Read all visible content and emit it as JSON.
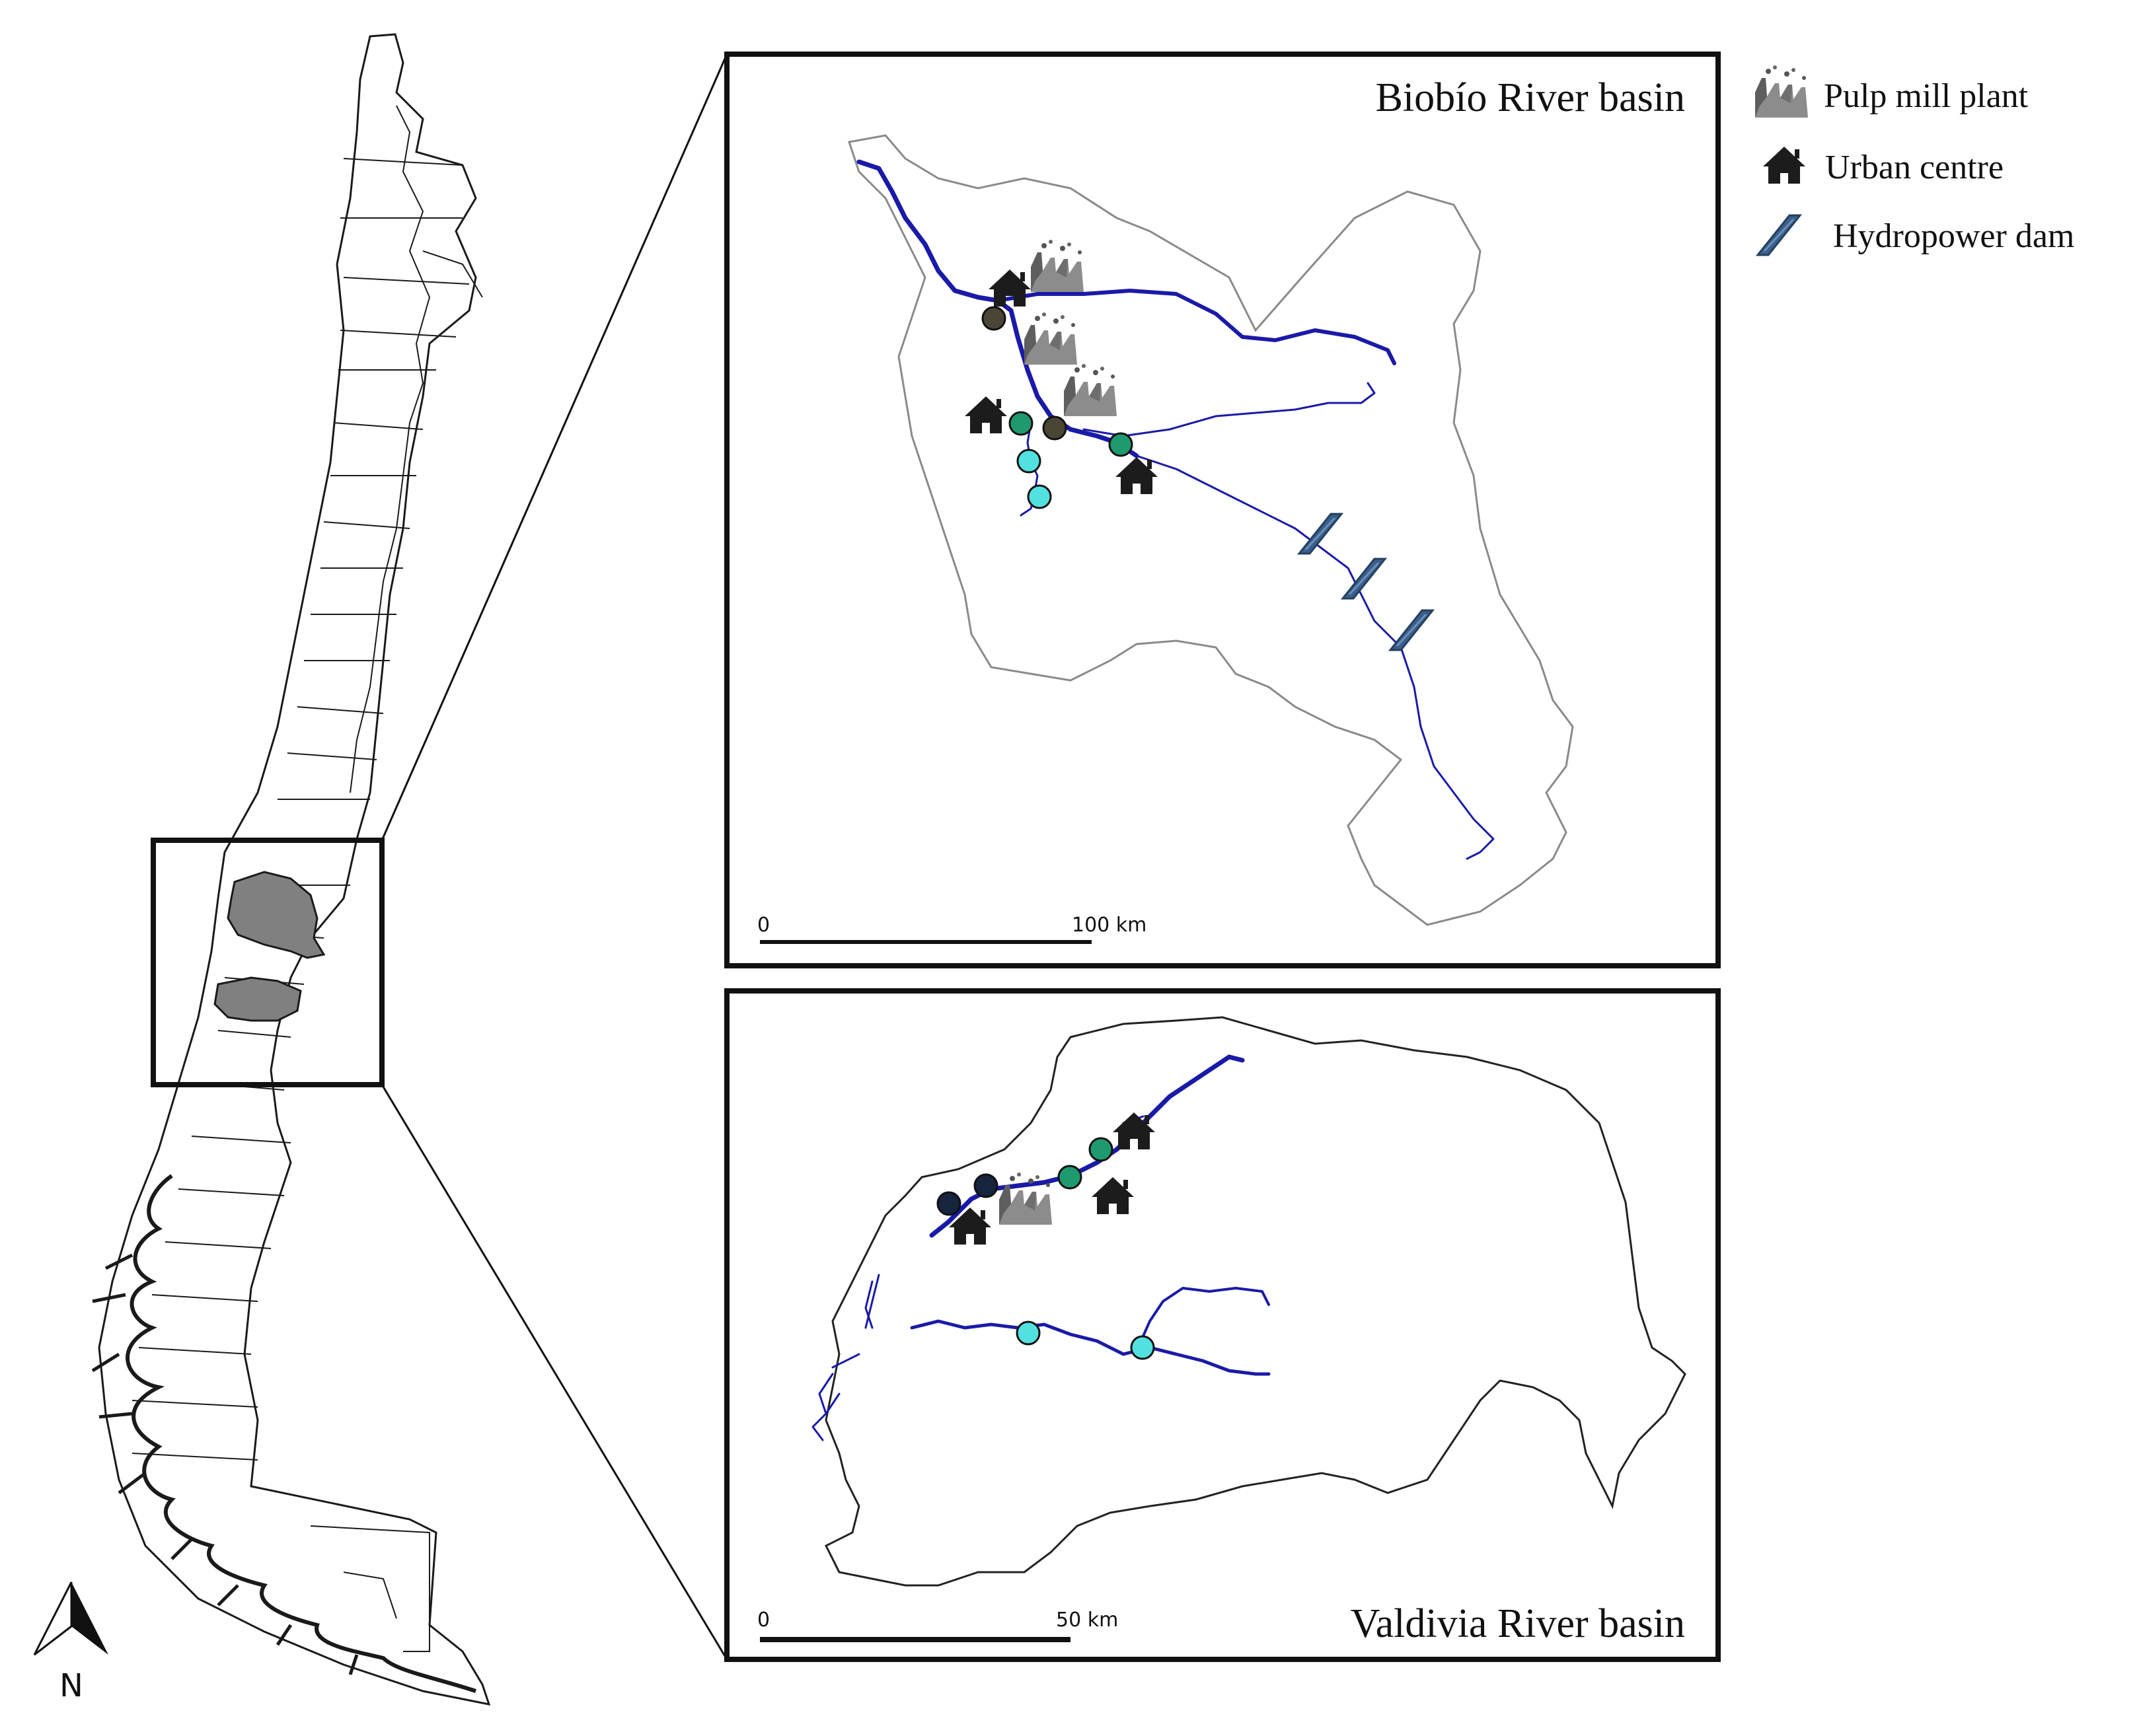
{
  "maps": {
    "biobio": {
      "title": "Biobío River basin",
      "scale_start": "0",
      "scale_end": "100 km"
    },
    "valdivia": {
      "title": "Valdivia  River basin",
      "scale_start": "0",
      "scale_end": "50 km"
    }
  },
  "legend": {
    "items": [
      {
        "label": "Pulp mill  plant",
        "icon": "factory-icon"
      },
      {
        "label": "Urban  centre",
        "icon": "house-icon"
      },
      {
        "label": "Hydropower  dam",
        "icon": "dam-icon"
      }
    ]
  },
  "north_arrow": {
    "label": "N"
  },
  "colors": {
    "river": "#1a1aa8",
    "basin_outline_biobio": "#8a8a8a",
    "basin_outline_valdivia": "#222222",
    "highlight_region": "#808080",
    "site_dark_brown": "#4a4535",
    "site_green": "#1e9a6e",
    "site_cyan": "#52e0e0",
    "site_navy": "#16243e",
    "dam": "#3a5f8c",
    "icon_dark": "#1c1c1c",
    "factory_gray": "#8c8c8c"
  }
}
